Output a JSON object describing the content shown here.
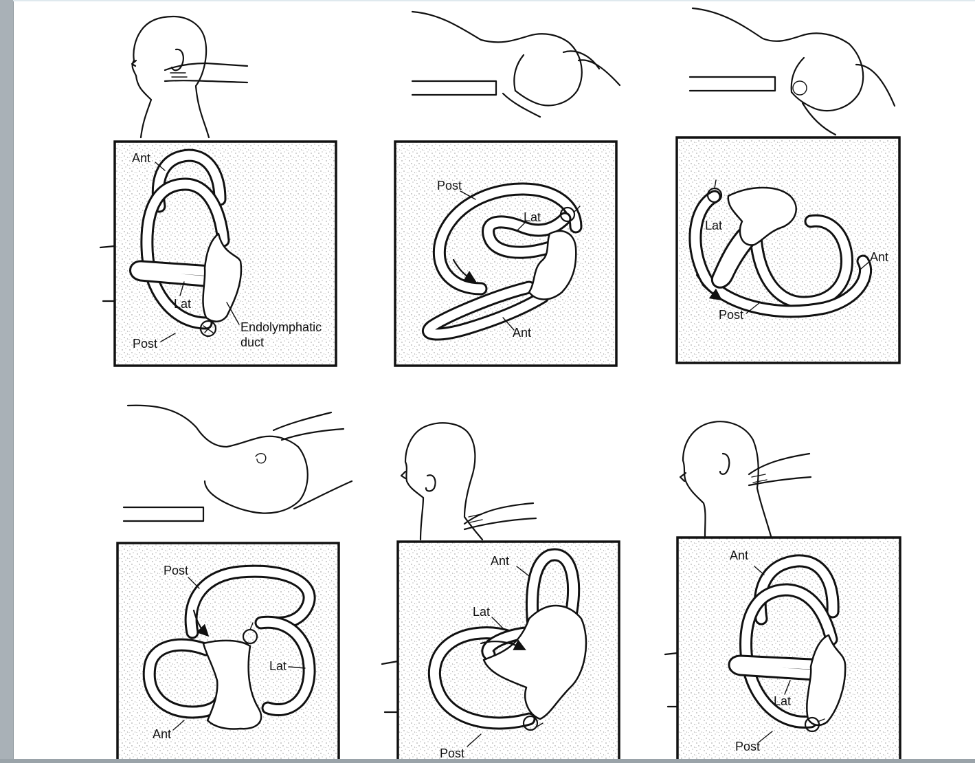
{
  "panels": [
    {
      "labels": {
        "ant": "Ant",
        "lat": "Lat",
        "post": "Post",
        "endo": "Endolymphatic",
        "duct": "duct"
      }
    },
    {
      "labels": {
        "post": "Post",
        "lat": "Lat",
        "ant": "Ant"
      }
    },
    {
      "labels": {
        "lat": "Lat",
        "ant": "Ant",
        "post": "Post"
      }
    },
    {
      "labels": {
        "post": "Post",
        "lat": "Lat",
        "ant": "Ant"
      }
    },
    {
      "labels": {
        "ant": "Ant",
        "lat": "Lat",
        "post": "Post"
      }
    },
    {
      "labels": {
        "ant": "Ant",
        "lat": "Lat",
        "post": "Post"
      }
    }
  ],
  "colors": {
    "frame": "#a9b1b7",
    "ink": "#111111",
    "stipple": "#9a9a9a"
  }
}
